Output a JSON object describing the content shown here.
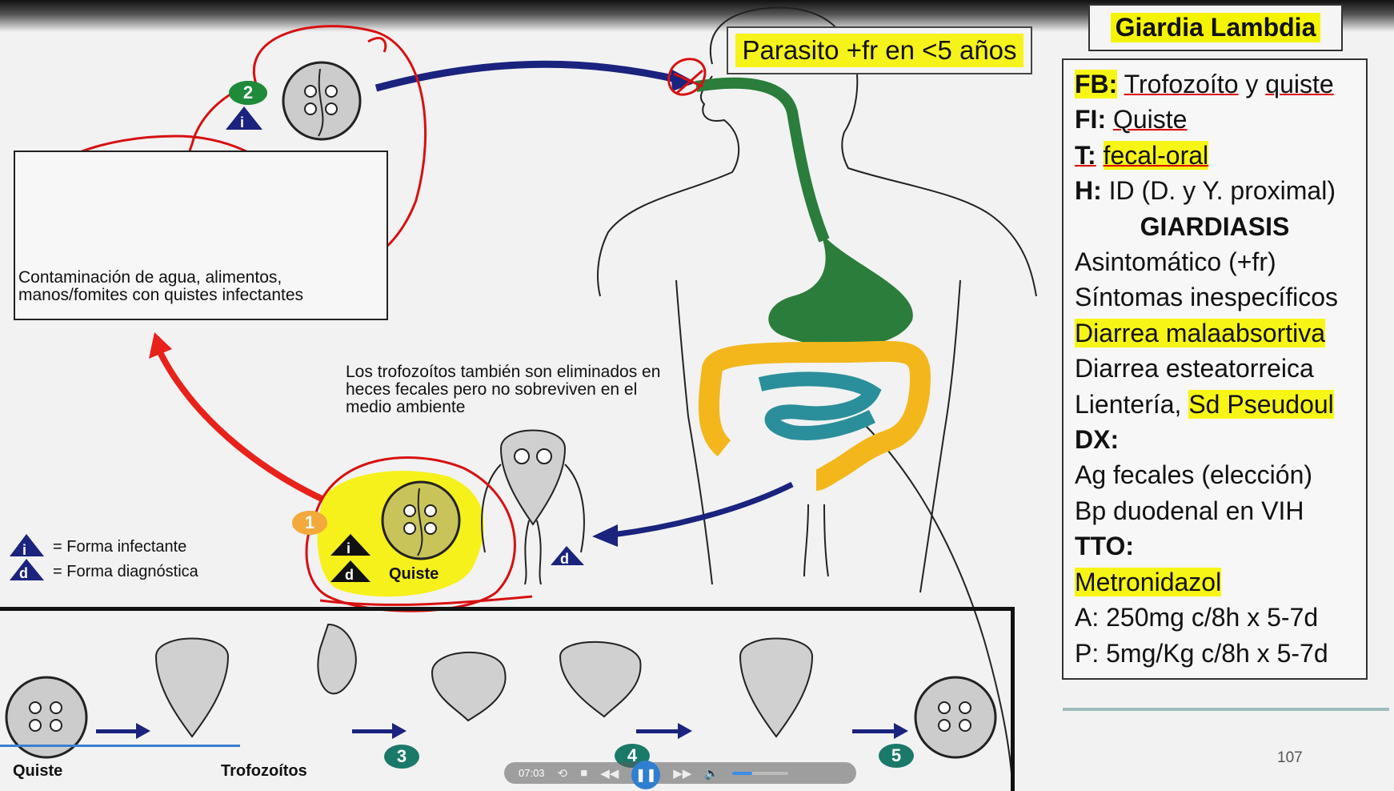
{
  "slide": {
    "title": "Giardia Lambdia",
    "callout": "Parasito +fr en <5 años",
    "page_number": "107",
    "contamination_text": "Contaminación de agua, alimentos, manos/fomites con quistes infectantes",
    "trophozoite_note": "Los trofozoítos también son eliminados en heces fecales pero no sobreviven en el medio ambiente",
    "legend": {
      "infective_symbol": "i",
      "infective_label": "= Forma infectante",
      "diagnostic_symbol": "d",
      "diagnostic_label": "= Forma diagnóstica"
    },
    "cyst_label": "Quiste",
    "step_labels": [
      "1",
      "2",
      "3",
      "4",
      "5"
    ],
    "bottom_labels": {
      "cyst": "Quiste",
      "trophozoites": "Trofozoítos"
    }
  },
  "notes": {
    "fb_label": "FB:",
    "fb_value_1": "Trofozoíto",
    "fb_join": " y ",
    "fb_value_2": "quiste",
    "fi_label": "FI:",
    "fi_value": "Quiste",
    "t_label": "T:",
    "t_value": "fecal-oral",
    "h_label": "H:",
    "h_value": "ID (D. y Y. proximal)",
    "disease": "GIARDIASIS",
    "sym1": "Asintomático (+fr)",
    "sym2": "Síntomas inespecíficos",
    "sym3": "Diarrea malaabsortiva",
    "sym4": "Diarrea esteatorreica",
    "sym5_a": "Lientería,",
    "sym5_b": "Sd Pseudoul",
    "dx_label": "DX:",
    "dx1": "Ag fecales (elección)",
    "dx2": "Bp duodenal en VIH",
    "tto_label": "TTO:",
    "tto_drug": "Metronidazol",
    "tto_adult": "A: 250mg c/8h x 5-7d",
    "tto_ped": "P: 5mg/Kg c/8h x  5-7d"
  },
  "player": {
    "time": "07:03",
    "volume": 0.35,
    "icons": [
      "rewind-icon",
      "play-pause-icon",
      "forward-icon",
      "volume-icon"
    ]
  },
  "colors": {
    "highlight": "#f7f515",
    "annotation": "#d81010",
    "intestine": "#f3b71c",
    "small_intestine": "#2a8f9a",
    "stomach": "#2a7d3a",
    "arrow_blue": "#1a237e"
  }
}
